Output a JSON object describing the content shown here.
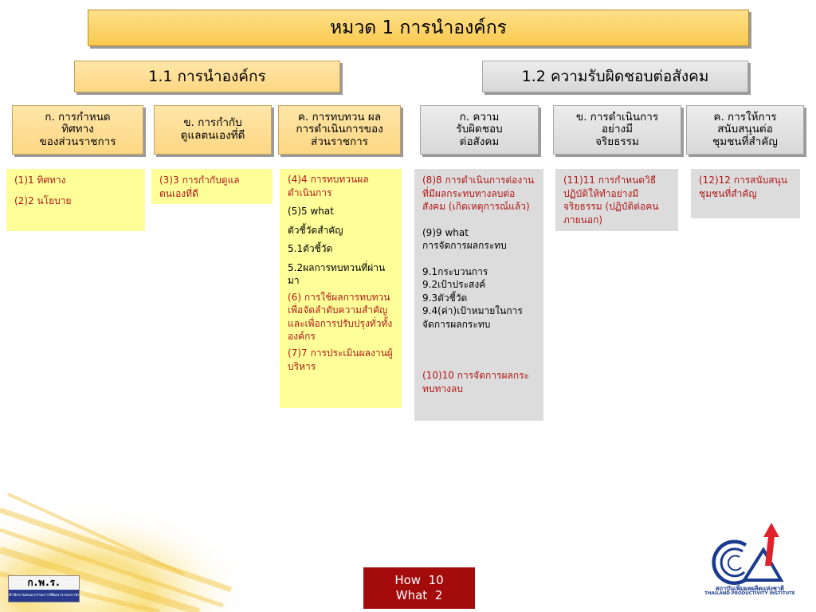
{
  "title": "หมวด 1 การนำองค์กร",
  "sections": {
    "s1": "1.1 การนำองค์กร",
    "s2": "1.2 ความรับผิดชอบต่อสังคม"
  },
  "headers": {
    "h1": "ก. การกำหนด\nทิศทาง\nของส่วนราชการ",
    "h2": "ข. การกำกับ\nดูแลตนเองที่ดี",
    "h3": "ค. การทบทวน  ผล\nการดำเนินการของ\nส่วนราชการ",
    "h4": "ก. ความ\nรับผิดชอบ\nต่อสังคม",
    "h5": "ข. การดำเนินการ\nอย่างมี\nจริยธรรม",
    "h6": "ค. การให้การ\nสนับสนุนต่อ\nชุมชนที่สำคัญ"
  },
  "col1": [
    "(1)1 ทิศทาง",
    "(2)2 นโยบาย"
  ],
  "col2": [
    "(3)3 การกำกับดูแลตนเองที่ดี"
  ],
  "col3": {
    "i4": "(4)4 การทบทวนผลดำเนินการ",
    "i5": "(5)5 what",
    "i5a": "ตัวชี้วัดสำคัญ",
    "i5b": "5.1ตัวชี้วัด",
    "i5c": "5.2ผลการทบทวนที่ผ่านมา",
    "i6": "(6) การใช้ผลการทบทวนเพื่อจัดลำดับความสำคัญและเพื่อการปรับปรุงทั่วทั้งองค์กร",
    "i7": "(7)7 การประเมินผลงานผู้บริหาร"
  },
  "col4": {
    "i8": "(8)8 การดำเนินการต่องานที่มีผลกระทบทางลบต่อสังคม (เกิดเหตุการณ์แล้ว)",
    "i9": "(9)9 what",
    "i9a": "การจัดการผลกระทบ",
    "i91": "9.1กระบวนการ",
    "i92": "9.2เป้าประสงค์",
    "i93": "9.3ตัวชี้วัด",
    "i94": "9.4(ค่า)เป้าหมายในการจัดการผลกระทบ",
    "i10": "(10)10 การจัดการผลกระทบทางลบ"
  },
  "col5": [
    "(11)11 การกำหนดวิธีปฏิบัติให้ทำอย่างมีจริยธรรม (ปฏิบัติต่อคนภายนอก)"
  ],
  "col6": [
    "(12)12  การสนับสนุนชุมชนที่สำคัญ"
  ],
  "badge": {
    "line1": "How  10",
    "line2": "What  2"
  },
  "footer_left": {
    "abbr": "ก.พ.ร.",
    "subtitle": "สำนักงานคณะกรรมการพัฒนาระบบราชการ"
  },
  "footer_right": {
    "th": "สถาบันเพิ่มผลผลิตแห่งชาติ",
    "en": "THAILAND PRODUCTIVITY INSTITUTE"
  },
  "colors": {
    "orange": "#fdd783",
    "gray": "#dcdcdc",
    "yellow": "#ffff99",
    "red_text": "#b01818",
    "badge": "#a40c0c",
    "logo_blue": "#1c3a8e",
    "logo_red": "#e0202a"
  }
}
